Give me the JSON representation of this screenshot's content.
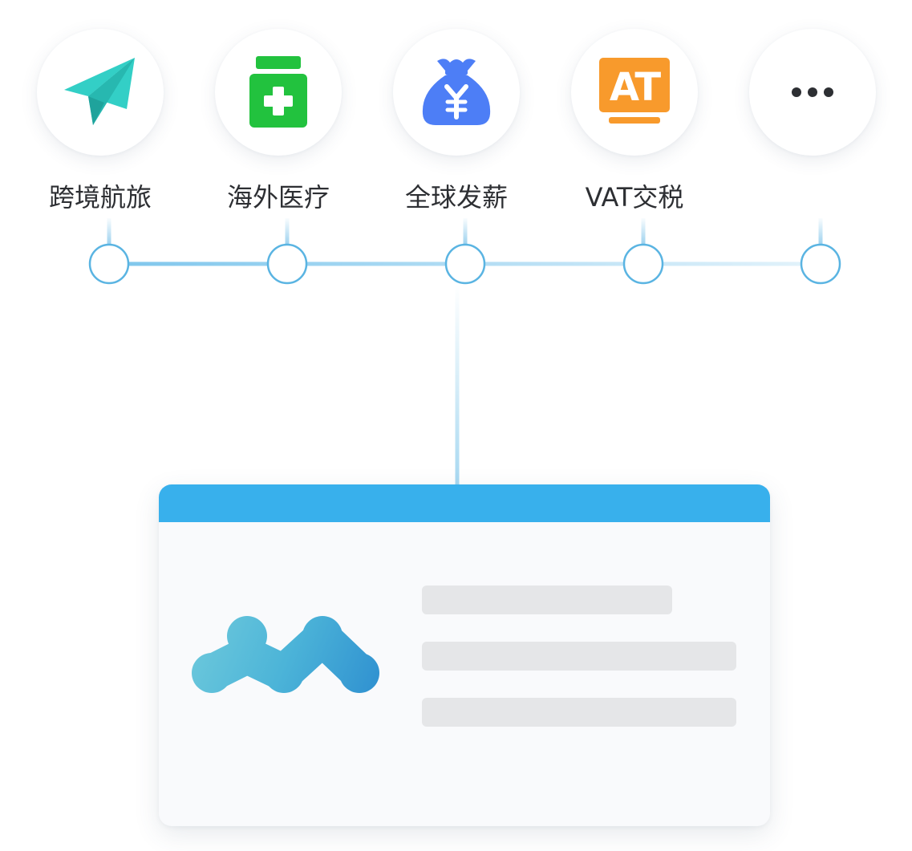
{
  "services": [
    {
      "label": "跨境航旅",
      "icon": "paper-plane-icon",
      "color": "#33cfc6"
    },
    {
      "label": "海外医疗",
      "icon": "medicine-bottle-icon",
      "color": "#22c23e"
    },
    {
      "label": "全球发薪",
      "icon": "money-bag-yuan-icon",
      "color": "#4d7ef6"
    },
    {
      "label": "VAT交税",
      "icon": "vat-monitor-icon",
      "color": "#f89a2c",
      "icon_text": "AT"
    },
    {
      "label": "",
      "icon": "more-dots-icon",
      "color": "#2d2f33"
    }
  ],
  "connector_color": "#5ab4e2",
  "card": {
    "header_color": "#38b0ec",
    "logo": "brand-logo",
    "placeholder_lines": 3
  }
}
